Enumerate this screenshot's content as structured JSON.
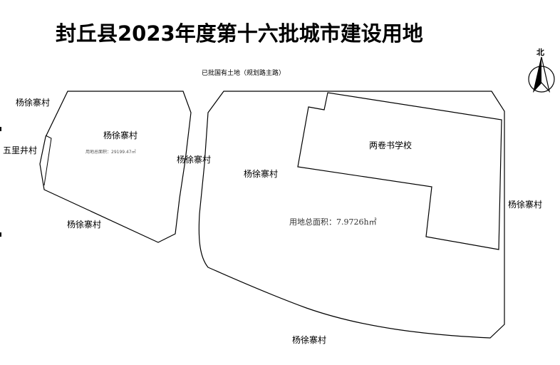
{
  "title": "封丘县2023年度第十六批城市建设用地",
  "subtitle": "已批国有土地（规划路主路）",
  "north": "北",
  "labels": {
    "village_top_left": "杨徐寨村",
    "village_left": "五里井村",
    "parcel_small_name": "杨徐寨村",
    "village_bottom_left": "杨徐寨村",
    "village_middle": "杨徐寨村",
    "parcel_big_name": "杨徐寨村",
    "school": "两卷书学校",
    "village_right": "杨徐寨村",
    "village_bottom": "杨徐寨村"
  },
  "area_small": "用地总面积：29199.47㎡",
  "area_big": "用地总面积：7.9726h㎡",
  "colors": {
    "boundary": "#000000",
    "background": "#ffffff"
  }
}
